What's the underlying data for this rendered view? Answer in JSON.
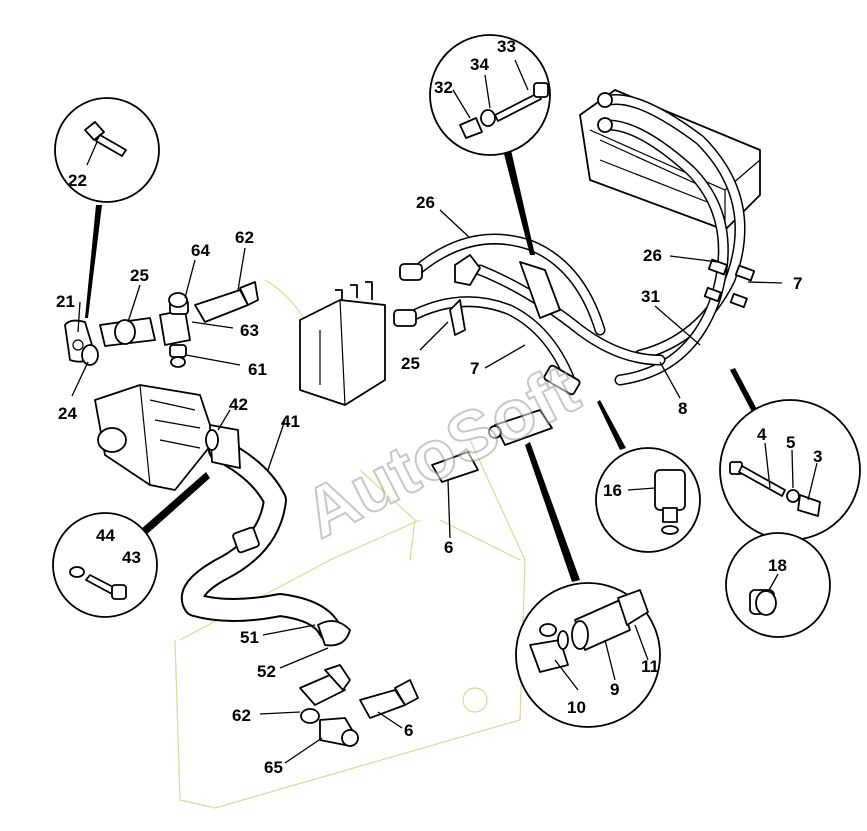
{
  "watermark": "AutoSoft",
  "callouts": [
    "22",
    "21",
    "25",
    "64",
    "62",
    "63",
    "61",
    "24",
    "42",
    "41",
    "44",
    "43",
    "51",
    "52",
    "62",
    "65",
    "6",
    "26",
    "25",
    "7",
    "32",
    "34",
    "33",
    "26",
    "31",
    "7",
    "8",
    "16",
    "6",
    "4",
    "5",
    "3",
    "18",
    "10",
    "9",
    "11"
  ]
}
